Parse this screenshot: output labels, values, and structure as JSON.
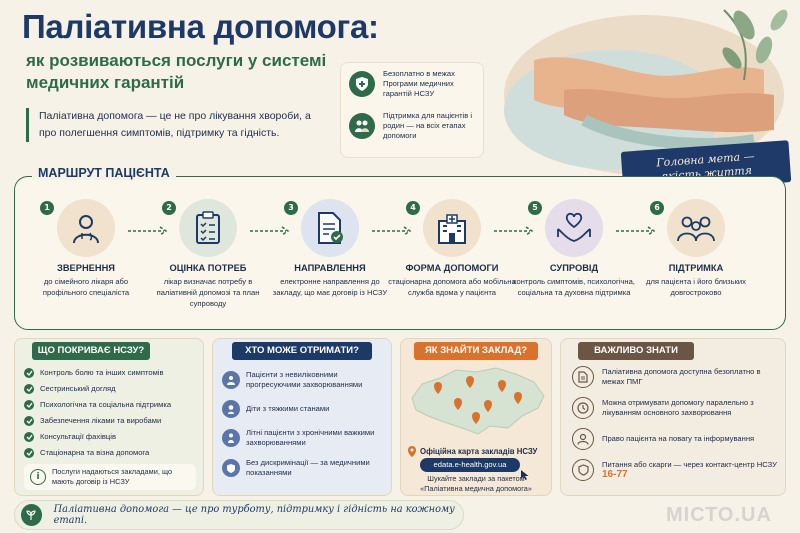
{
  "header": {
    "title": "Паліативна допомога:",
    "subtitle": "як розвиваються послуги у системі медичних гарантій",
    "lead": "Паліативна допомога — це не про лікування хвороби, а про полегшення симптомів, підтримку та гідність."
  },
  "highlights": [
    {
      "icon": "shield-plus-icon",
      "text": "Безоплатно в межах Програми медичних гарантій НСЗУ"
    },
    {
      "icon": "family-heart-icon",
      "text": "Підтримка для пацієнтів і родин — на всіх етапах допомоги"
    }
  ],
  "banner": {
    "line1": "Головна мета —",
    "line2": "якість життя"
  },
  "route": {
    "title": "МАРШРУТ ПАЦІЄНТА",
    "steps": [
      {
        "num": "1",
        "icon": "doctor-icon",
        "name": "ЗВЕРНЕННЯ",
        "desc": "до сімейного лікаря або профільного спеціаліста"
      },
      {
        "num": "2",
        "icon": "clipboard-icon",
        "name": "ОЦІНКА ПОТРЕБ",
        "desc": "лікар визначає потребу в паліативній допомозі та план супроводу"
      },
      {
        "num": "3",
        "icon": "document-check-icon",
        "name": "НАПРАВЛЕННЯ",
        "desc": "електронне направлення до закладу, що має договір із НСЗУ"
      },
      {
        "num": "4",
        "icon": "hospital-icon",
        "name": "ФОРМА ДОПОМОГИ",
        "desc": "стаціонарна допомога або мобільна служба вдома у пацієнта"
      },
      {
        "num": "5",
        "icon": "hands-heart-icon",
        "name": "СУПРОВІД",
        "desc": "контроль симптомів, психологічна, соціальна та духовна підтримка"
      },
      {
        "num": "6",
        "icon": "people-icon",
        "name": "ПІДТРИМКА",
        "desc": "для пацієнта і його близьких довгостроково"
      }
    ]
  },
  "covers": {
    "title": "ЩО ПОКРИВАЄ НСЗУ?",
    "items": [
      "Контроль болю та інших симптомів",
      "Сестринський догляд",
      "Психологічна та соціальна підтримка",
      "Забезпечення ліками та виробами",
      "Консультації фахівців",
      "Стаціонарна та візна допомога"
    ],
    "note": "Послуги надаються закладами, що мають договір із НСЗУ"
  },
  "who": {
    "title": "ХТО МОЖЕ ОТРИМАТИ?",
    "items": [
      "Пацієнти з невиліковними прогресуючими захворюваннями",
      "Діти з тяжкими станами",
      "Літні пацієнти з хронічними важкими захворюваннями",
      "Без дискримінації — за медичними показаннями"
    ]
  },
  "find": {
    "title": "ЯК ЗНАЙТИ ЗАКЛАД?",
    "map_label": "Офіційна карта закладів НСЗУ",
    "url": "edata.e-health.gov.ua",
    "search_hint": "Шукайте заклади за пакетом «Паліативна медична допомога»"
  },
  "important": {
    "title": "ВАЖЛИВО ЗНАТИ",
    "items": [
      {
        "icon": "document-icon",
        "text": "Паліативна допомога доступна безоплатно в межах ПМГ"
      },
      {
        "icon": "clock-icon",
        "text": "Можна отримувати допомогу паралельно з лікуванням основного захворювання"
      },
      {
        "icon": "person-icon",
        "text": "Право пацієнта на повагу та інформування"
      },
      {
        "icon": "shield-icon",
        "text": "Питання або скарги — через контакт-центр НСЗУ",
        "phone": "16-77"
      }
    ]
  },
  "footer": {
    "text": "Паліативна допомога — це про турботу, підтримку і гідність на кожному етапі."
  },
  "watermark": "МІСТО.UA",
  "colors": {
    "navy": "#1d3a66",
    "green": "#2f6b4a",
    "orange": "#d9722c",
    "brown": "#6b5646",
    "cream": "#f7f2e8"
  }
}
